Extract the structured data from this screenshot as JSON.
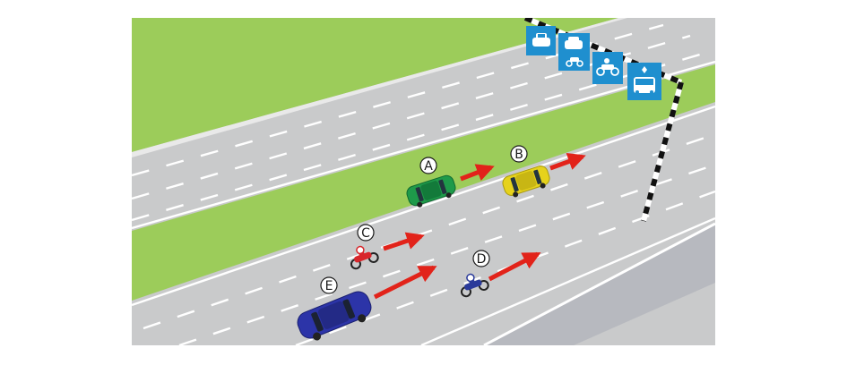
{
  "vehicles": [
    {
      "id": "A",
      "label": "A",
      "type": "car",
      "color": "#1e9a4a"
    },
    {
      "id": "B",
      "label": "B",
      "type": "car",
      "color": "#e6d21c"
    },
    {
      "id": "C",
      "label": "C",
      "type": "motorcycle",
      "color": "#d8262b"
    },
    {
      "id": "D",
      "label": "D",
      "type": "motorcycle",
      "color": "#2a3a9a"
    },
    {
      "id": "E",
      "label": "E",
      "type": "car",
      "color": "#2c34a8"
    }
  ],
  "sign": {
    "lanes": [
      {
        "icon": "car-icon"
      },
      {
        "icon": "car-motorcycle-icon"
      },
      {
        "icon": "motorcycle-icon"
      },
      {
        "icon": "bus-icon"
      }
    ],
    "color": "#1f8fcf"
  },
  "colors": {
    "grass": "#9ccc5a",
    "road": "#c9cacb",
    "arrow": "#e2231a"
  }
}
